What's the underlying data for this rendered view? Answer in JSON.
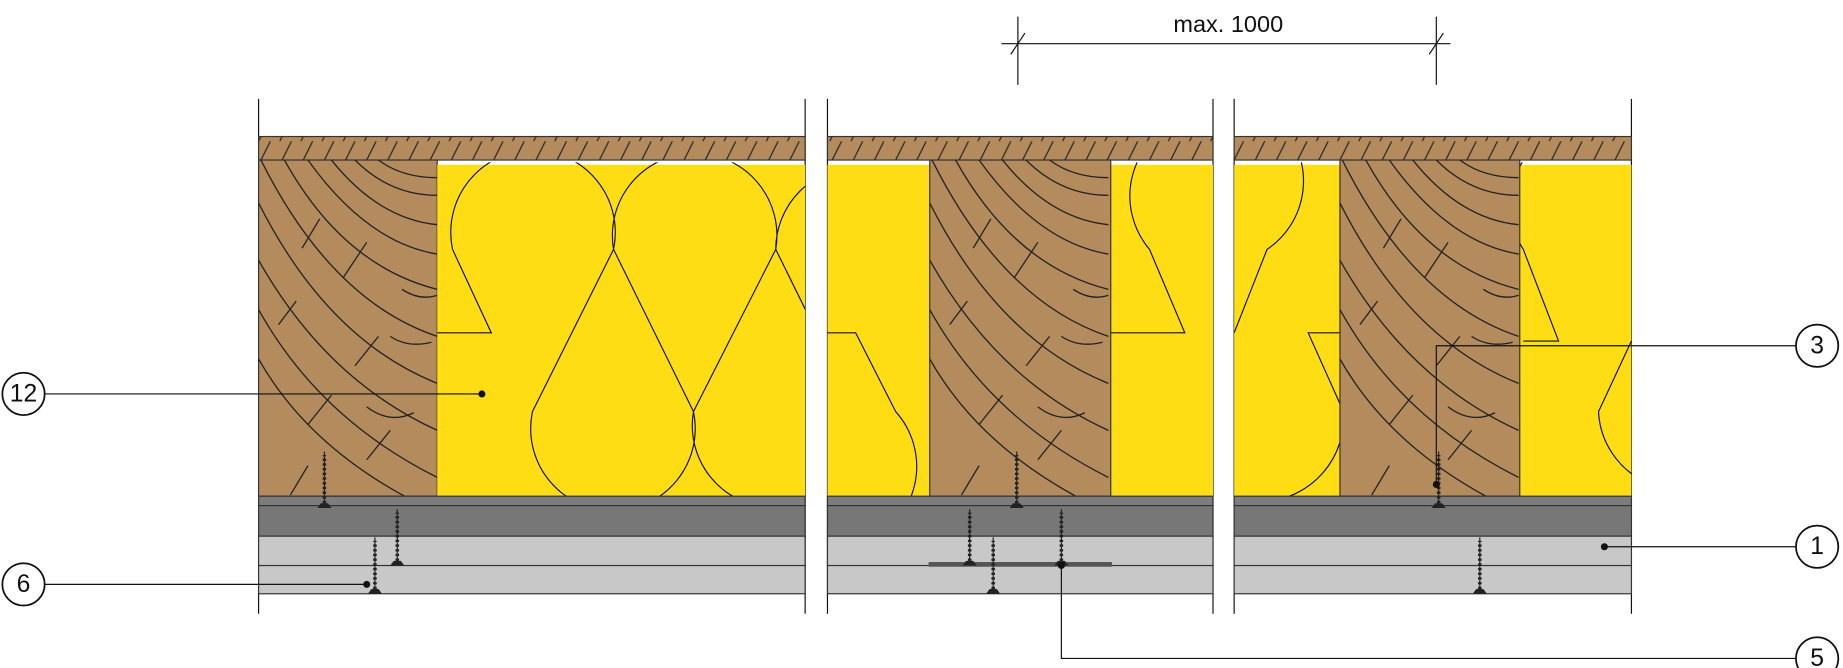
{
  "dimension": {
    "label": "max. 1000"
  },
  "callouts": [
    {
      "id": "12"
    },
    {
      "id": "3"
    },
    {
      "id": "1"
    },
    {
      "id": "6"
    },
    {
      "id": "5"
    }
  ],
  "colors": {
    "wood": "#b38b5d",
    "insulation": "#ffdd14",
    "board_dark": "#777777",
    "board_light": "#c8c8c8"
  }
}
